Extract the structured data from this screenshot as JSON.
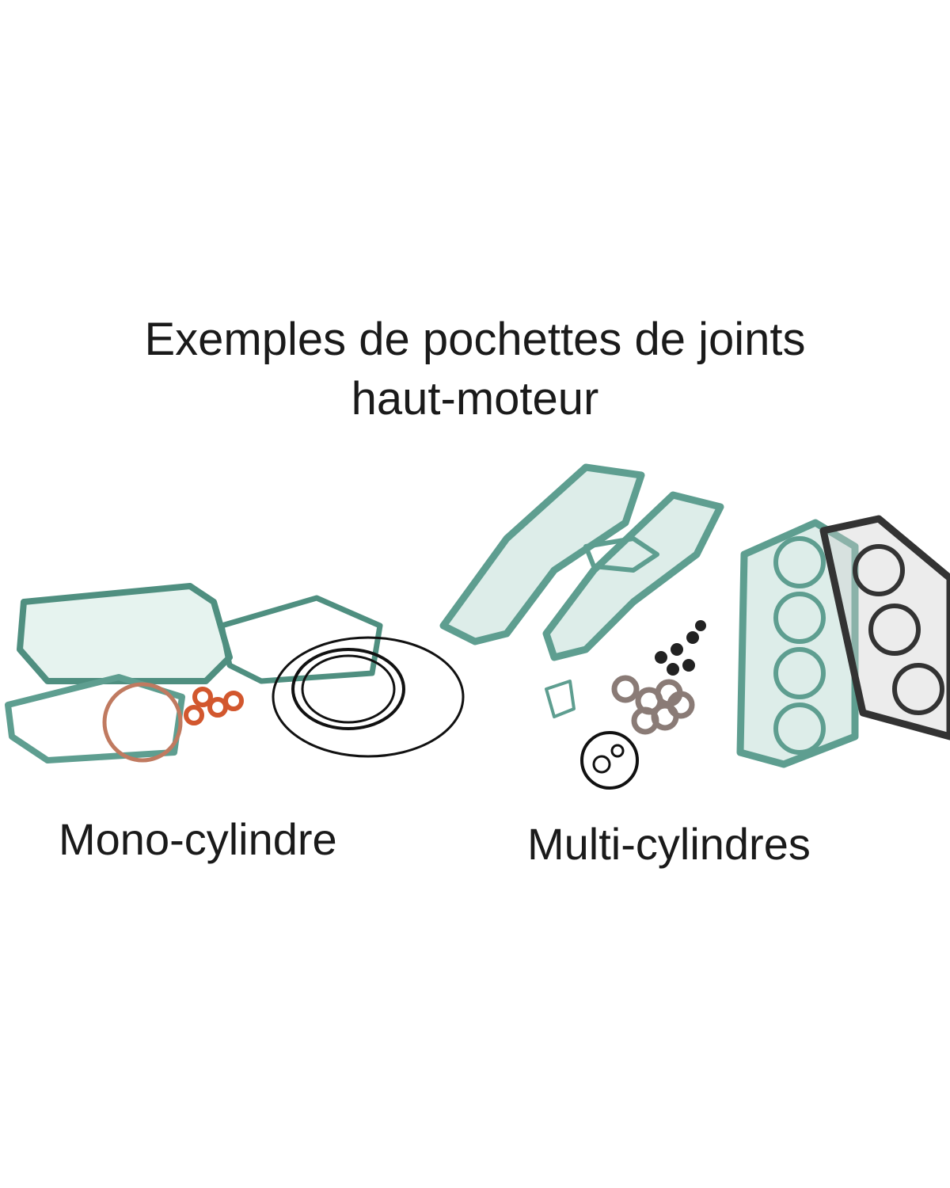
{
  "title": {
    "line1": "Exemples de pochettes de joints",
    "line2": "haut-moteur"
  },
  "labels": {
    "mono": "Mono-cylindre",
    "multi": "Multi-cylindres"
  },
  "colors": {
    "gasket": "#5e9e90",
    "gasket_fill": "#a9d3c8",
    "washer": "#d2572e",
    "oring": "#111111",
    "seal_ring": "#8a7b76"
  }
}
